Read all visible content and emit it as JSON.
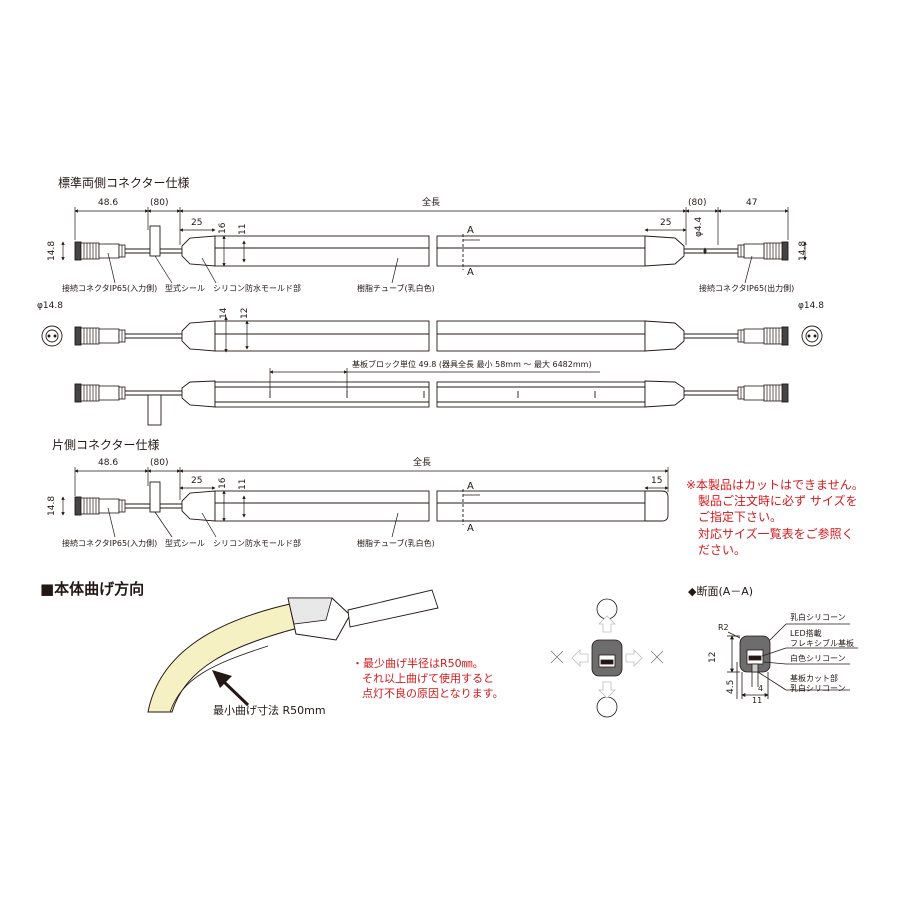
{
  "sections": {
    "standard_title": "標準両側コネクター仕様",
    "single_title": "片側コネクター仕様",
    "bend_title": "■本体曲げ方向",
    "cross_section_title": "◆断面(A－A)"
  },
  "dims": {
    "d48_6": "48.6",
    "d80": "(80)",
    "d25": "25",
    "d16": "16",
    "d11": "11",
    "total_length": "全長",
    "d47": "47",
    "phi4_4": "φ4.4",
    "d14_8": "14.8",
    "phi14_8": "φ14.8",
    "d14": "14",
    "d12": "12",
    "d15": "15",
    "section_a": "A",
    "block_unit": "基板ブロック単位 49.8 (器具全長 最小 58mm ～ 最大 6482mm)"
  },
  "labels": {
    "connector_in": "接続コネクタIP65(入力側)",
    "connector_out": "接続コネクタIP65(出力側)",
    "seal": "型式シール",
    "mold": "シリコン防水モールド部",
    "tube": "樹脂チューブ(乳白色)"
  },
  "notes": {
    "cut_line1": "※本製品はカットはできません。",
    "cut_line2": "製品ご注文時に必ず サイズを",
    "cut_line3": "ご指定下さい。",
    "cut_line4": "対応サイズ一覧表をご参照く",
    "cut_line5": "ださい。",
    "bend_line1": "・最少曲げ半径はR50㎜。",
    "bend_line2": "それ以上曲げて使用すると",
    "bend_line3": "点灯不良の原因となります。",
    "min_bend": "最小曲げ寸法 R50mm"
  },
  "cross_section": {
    "r2": "R2",
    "d12": "12",
    "d4_5": "4.5",
    "d4": "4",
    "d11": "11",
    "label_top": "乳白シリコーン",
    "label_led1": "LED搭載",
    "label_led2": "フレキシブル基板",
    "label_white": "白色シリコーン",
    "label_bottom1": "基板カット部",
    "label_bottom2": "乳白シリコーン"
  },
  "colors": {
    "line": "#231815",
    "note_red": "#d7191c",
    "bend_fill": "#f6f1c2",
    "arrow_gray": "#bdbdbd"
  }
}
